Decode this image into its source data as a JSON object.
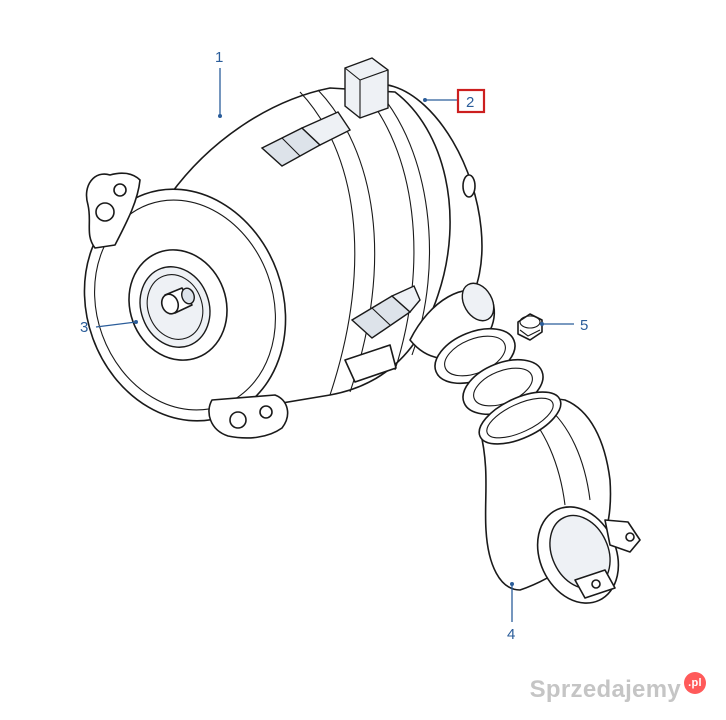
{
  "callouts": [
    {
      "id": "1",
      "label": "1",
      "highlighted": false
    },
    {
      "id": "2",
      "label": "2",
      "highlighted": true
    },
    {
      "id": "3",
      "label": "3",
      "highlighted": false
    },
    {
      "id": "4",
      "label": "4",
      "highlighted": false
    },
    {
      "id": "5",
      "label": "5",
      "highlighted": false
    }
  ],
  "colors": {
    "callout_text": "#2b5d9a",
    "highlight_box": "#cc1f1f",
    "line_art": "#1a1a1a"
  },
  "watermark": {
    "text": "Sprzedajemy",
    "badge": ".pl"
  }
}
